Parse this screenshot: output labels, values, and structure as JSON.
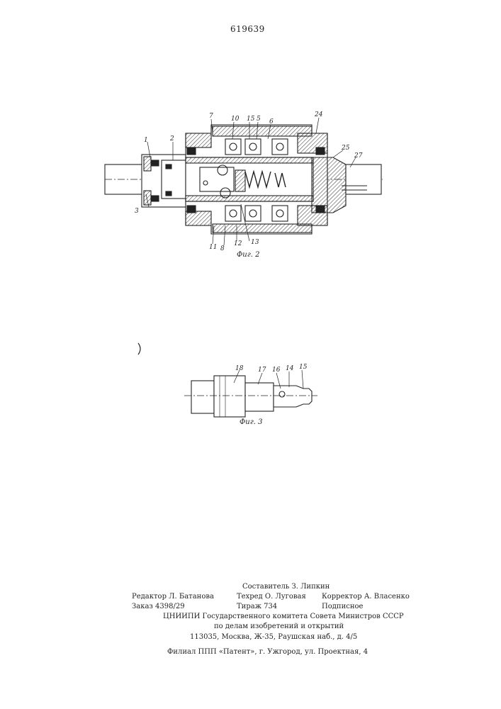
{
  "header": {
    "patent_number": "619639"
  },
  "figure2": {
    "caption": "Фиг. 2",
    "labels": [
      "1",
      "2",
      "3",
      "7",
      "10",
      "15",
      "5",
      "6",
      "24",
      "25",
      "27",
      "11",
      "8",
      "12",
      "13"
    ]
  },
  "figure3": {
    "caption": "Фиг. 3",
    "labels": [
      "18",
      "17",
      "16",
      "14",
      "15"
    ]
  },
  "imprint": {
    "composer": "Составитель З. Липкин",
    "editor": "Редактор Л. Батанова",
    "techred": "Техред О. Луговая",
    "corrector": "Корректор А. Власенко",
    "order": "Заказ 4398/29",
    "circulation": "Тираж 734",
    "subscription": "Подписное",
    "institute": "ЦНИИПИ Государственного комитета Совета Министров СССР",
    "affairs": "по делам изобретений и открытий",
    "address": "113035, Москва, Ж-35, Раушская наб., д. 4/5",
    "branch": "Филиал ППП «Патент», г. Ужгород, ул. Проектная, 4"
  }
}
